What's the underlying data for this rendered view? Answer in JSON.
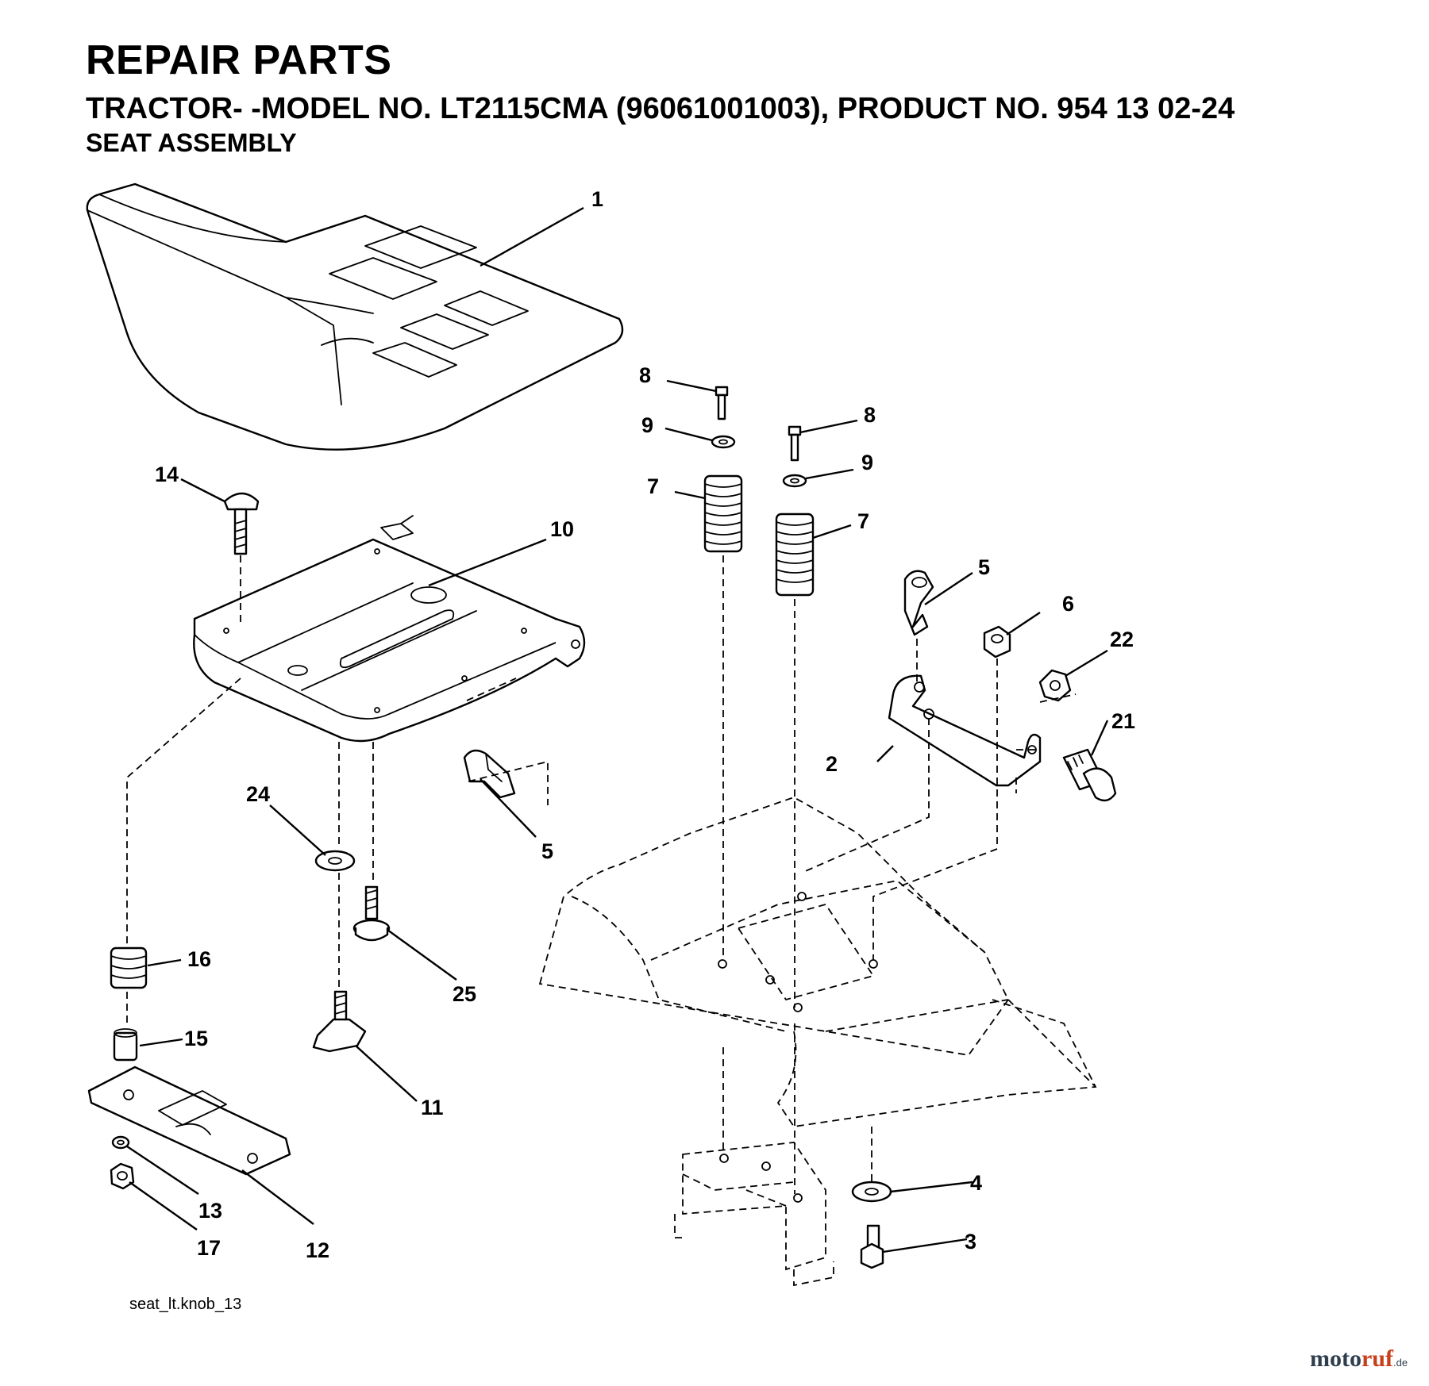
{
  "header": {
    "title": "REPAIR PARTS",
    "subtitle": "TRACTOR- -MODEL NO. LT2115CMA (96061001003), PRODUCT NO. 954 13 02-24",
    "section": "SEAT ASSEMBLY"
  },
  "reference_code": "seat_lt.knob_13",
  "watermark": {
    "part1": "moto",
    "part2": "ruf",
    "part3": ".de"
  },
  "callouts": {
    "c1": "1",
    "c2": "2",
    "c3": "3",
    "c4": "4",
    "c5a": "5",
    "c5b": "5",
    "c6": "6",
    "c7a": "7",
    "c7b": "7",
    "c8a": "8",
    "c8b": "8",
    "c9a": "9",
    "c9b": "9",
    "c10": "10",
    "c11": "11",
    "c12": "12",
    "c13": "13",
    "c14": "14",
    "c15": "15",
    "c16": "16",
    "c17": "17",
    "c21": "21",
    "c22": "22",
    "c24": "24",
    "c25": "25"
  }
}
